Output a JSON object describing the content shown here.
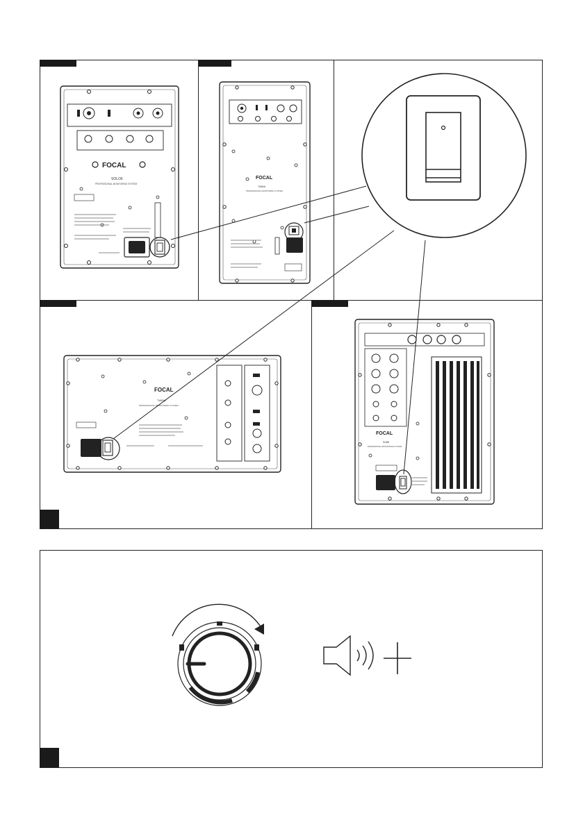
{
  "panels": {
    "solo6": {
      "brand": "FOCAL",
      "model": "SOLO6",
      "subtitle": "PROFESSIONAL MONITORING SYSTEM"
    },
    "alpha": {
      "brand": "FOCAL",
      "model": "TWIN6",
      "subtitle": "PROFESSIONAL MONITORING SYSTEM"
    },
    "twin6": {
      "brand": "FOCAL",
      "model": "TWIN6",
      "subtitle": "PROFESSIONAL MONITORING SYSTEM"
    },
    "sub6": {
      "brand": "FOCAL",
      "model": "SUB6",
      "subtitle": "PROFESSIONAL MONITORING SYSTEM"
    }
  },
  "icons": {
    "knob": "volume-knob-icon",
    "speaker": "speaker-icon",
    "plus": "plus-icon",
    "arrow": "rotation-arrow-icon"
  },
  "colors": {
    "ink": "#1a1a1a",
    "line": "#222222",
    "background": "#ffffff"
  }
}
